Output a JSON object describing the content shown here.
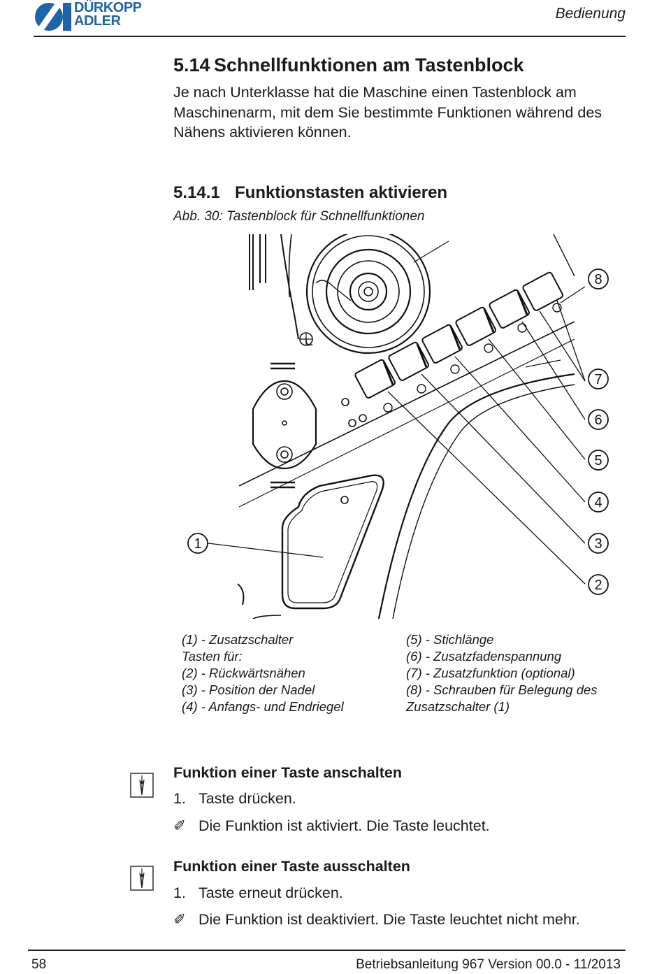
{
  "header": {
    "brand_line1": "DÜRKOPP",
    "brand_line2": "ADLER",
    "section": "Bedienung",
    "brand_color": "#1f63a8"
  },
  "section": {
    "number": "5.14",
    "title": "Schnellfunktionen am Tastenblock",
    "intro": "Je nach Unterklasse hat die Maschine einen Tastenblock am Maschinenarm, mit dem Sie bestimmte Funktionen während des Nähens aktivieren können."
  },
  "subsection": {
    "number": "5.14.1",
    "title": "Funktionstasten aktivieren"
  },
  "figure": {
    "caption": "Abb. 30: Tastenblock für Schnellfunktionen",
    "callouts": [
      "1",
      "2",
      "3",
      "4",
      "5",
      "6",
      "7",
      "8"
    ]
  },
  "legend": {
    "left": [
      "(1) - Zusatzschalter",
      "Tasten für:",
      "(2) - Rückwärtsnähen",
      "(3) - Position der Nadel",
      "(4) - Anfangs- und Endriegel"
    ],
    "right": [
      "(5) - Stichlänge",
      "(6) - Zusatzfadenspannung",
      "(7) - Zusatzfunktion (optional)",
      "(8) - Schrauben für Belegung des",
      "Zusatzschalter (1)"
    ]
  },
  "steps": [
    {
      "title": "Funktion einer Taste anschalten",
      "step_marker": "1.",
      "step": "Taste drücken.",
      "result_marker": "✐",
      "result": "Die Funktion ist aktiviert. Die Taste leuchtet."
    },
    {
      "title": "Funktion einer Taste ausschalten",
      "step_marker": "1.",
      "step": "Taste erneut drücken.",
      "result_marker": "✐",
      "result": "Die Funktion ist deaktiviert. Die Taste leuchtet nicht mehr."
    }
  ],
  "footer": {
    "page": "58",
    "doc": "Betriebsanleitung 967 Version 00.0 - 11/2013"
  }
}
